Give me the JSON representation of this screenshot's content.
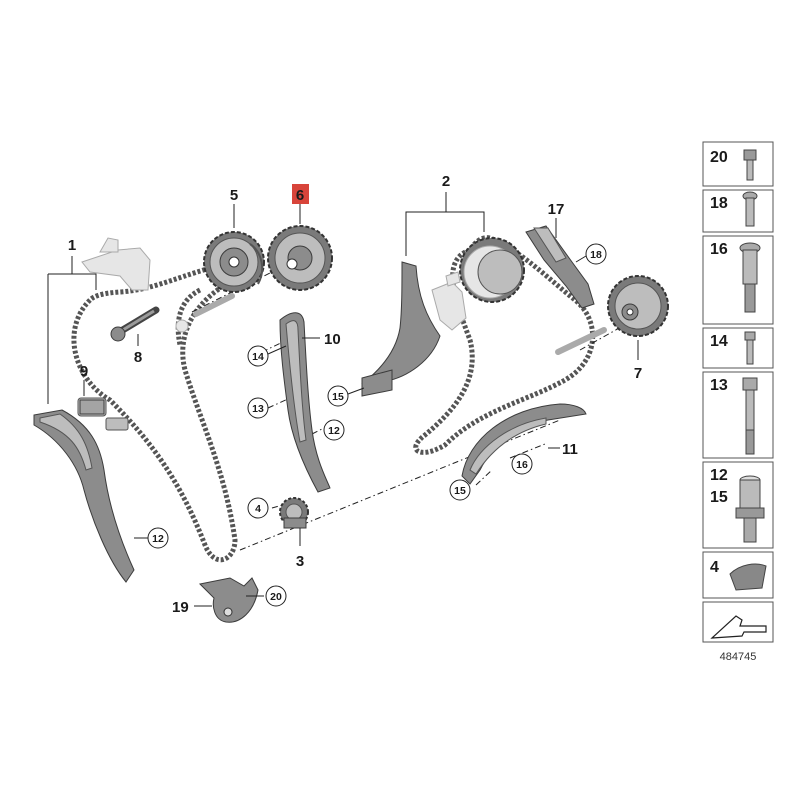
{
  "callouts": {
    "c1": "1",
    "c2": "2",
    "c3": "3",
    "c4": "4",
    "c5": "5",
    "c6": "6",
    "c7": "7",
    "c8": "8",
    "c9": "9",
    "c10": "10",
    "c11": "11",
    "c17": "17",
    "c19": "19"
  },
  "circled": {
    "r12a": "12",
    "r12b": "12",
    "r13": "13",
    "r14": "14",
    "r15a": "15",
    "r15b": "15",
    "r16": "16",
    "r18": "18",
    "r20": "20",
    "r4": "4"
  },
  "side_panel": {
    "items": [
      "20",
      "18",
      "16",
      "14",
      "13",
      "12",
      "15",
      "4"
    ]
  },
  "reference_number": "484745",
  "highlight_color": "#d8443a"
}
